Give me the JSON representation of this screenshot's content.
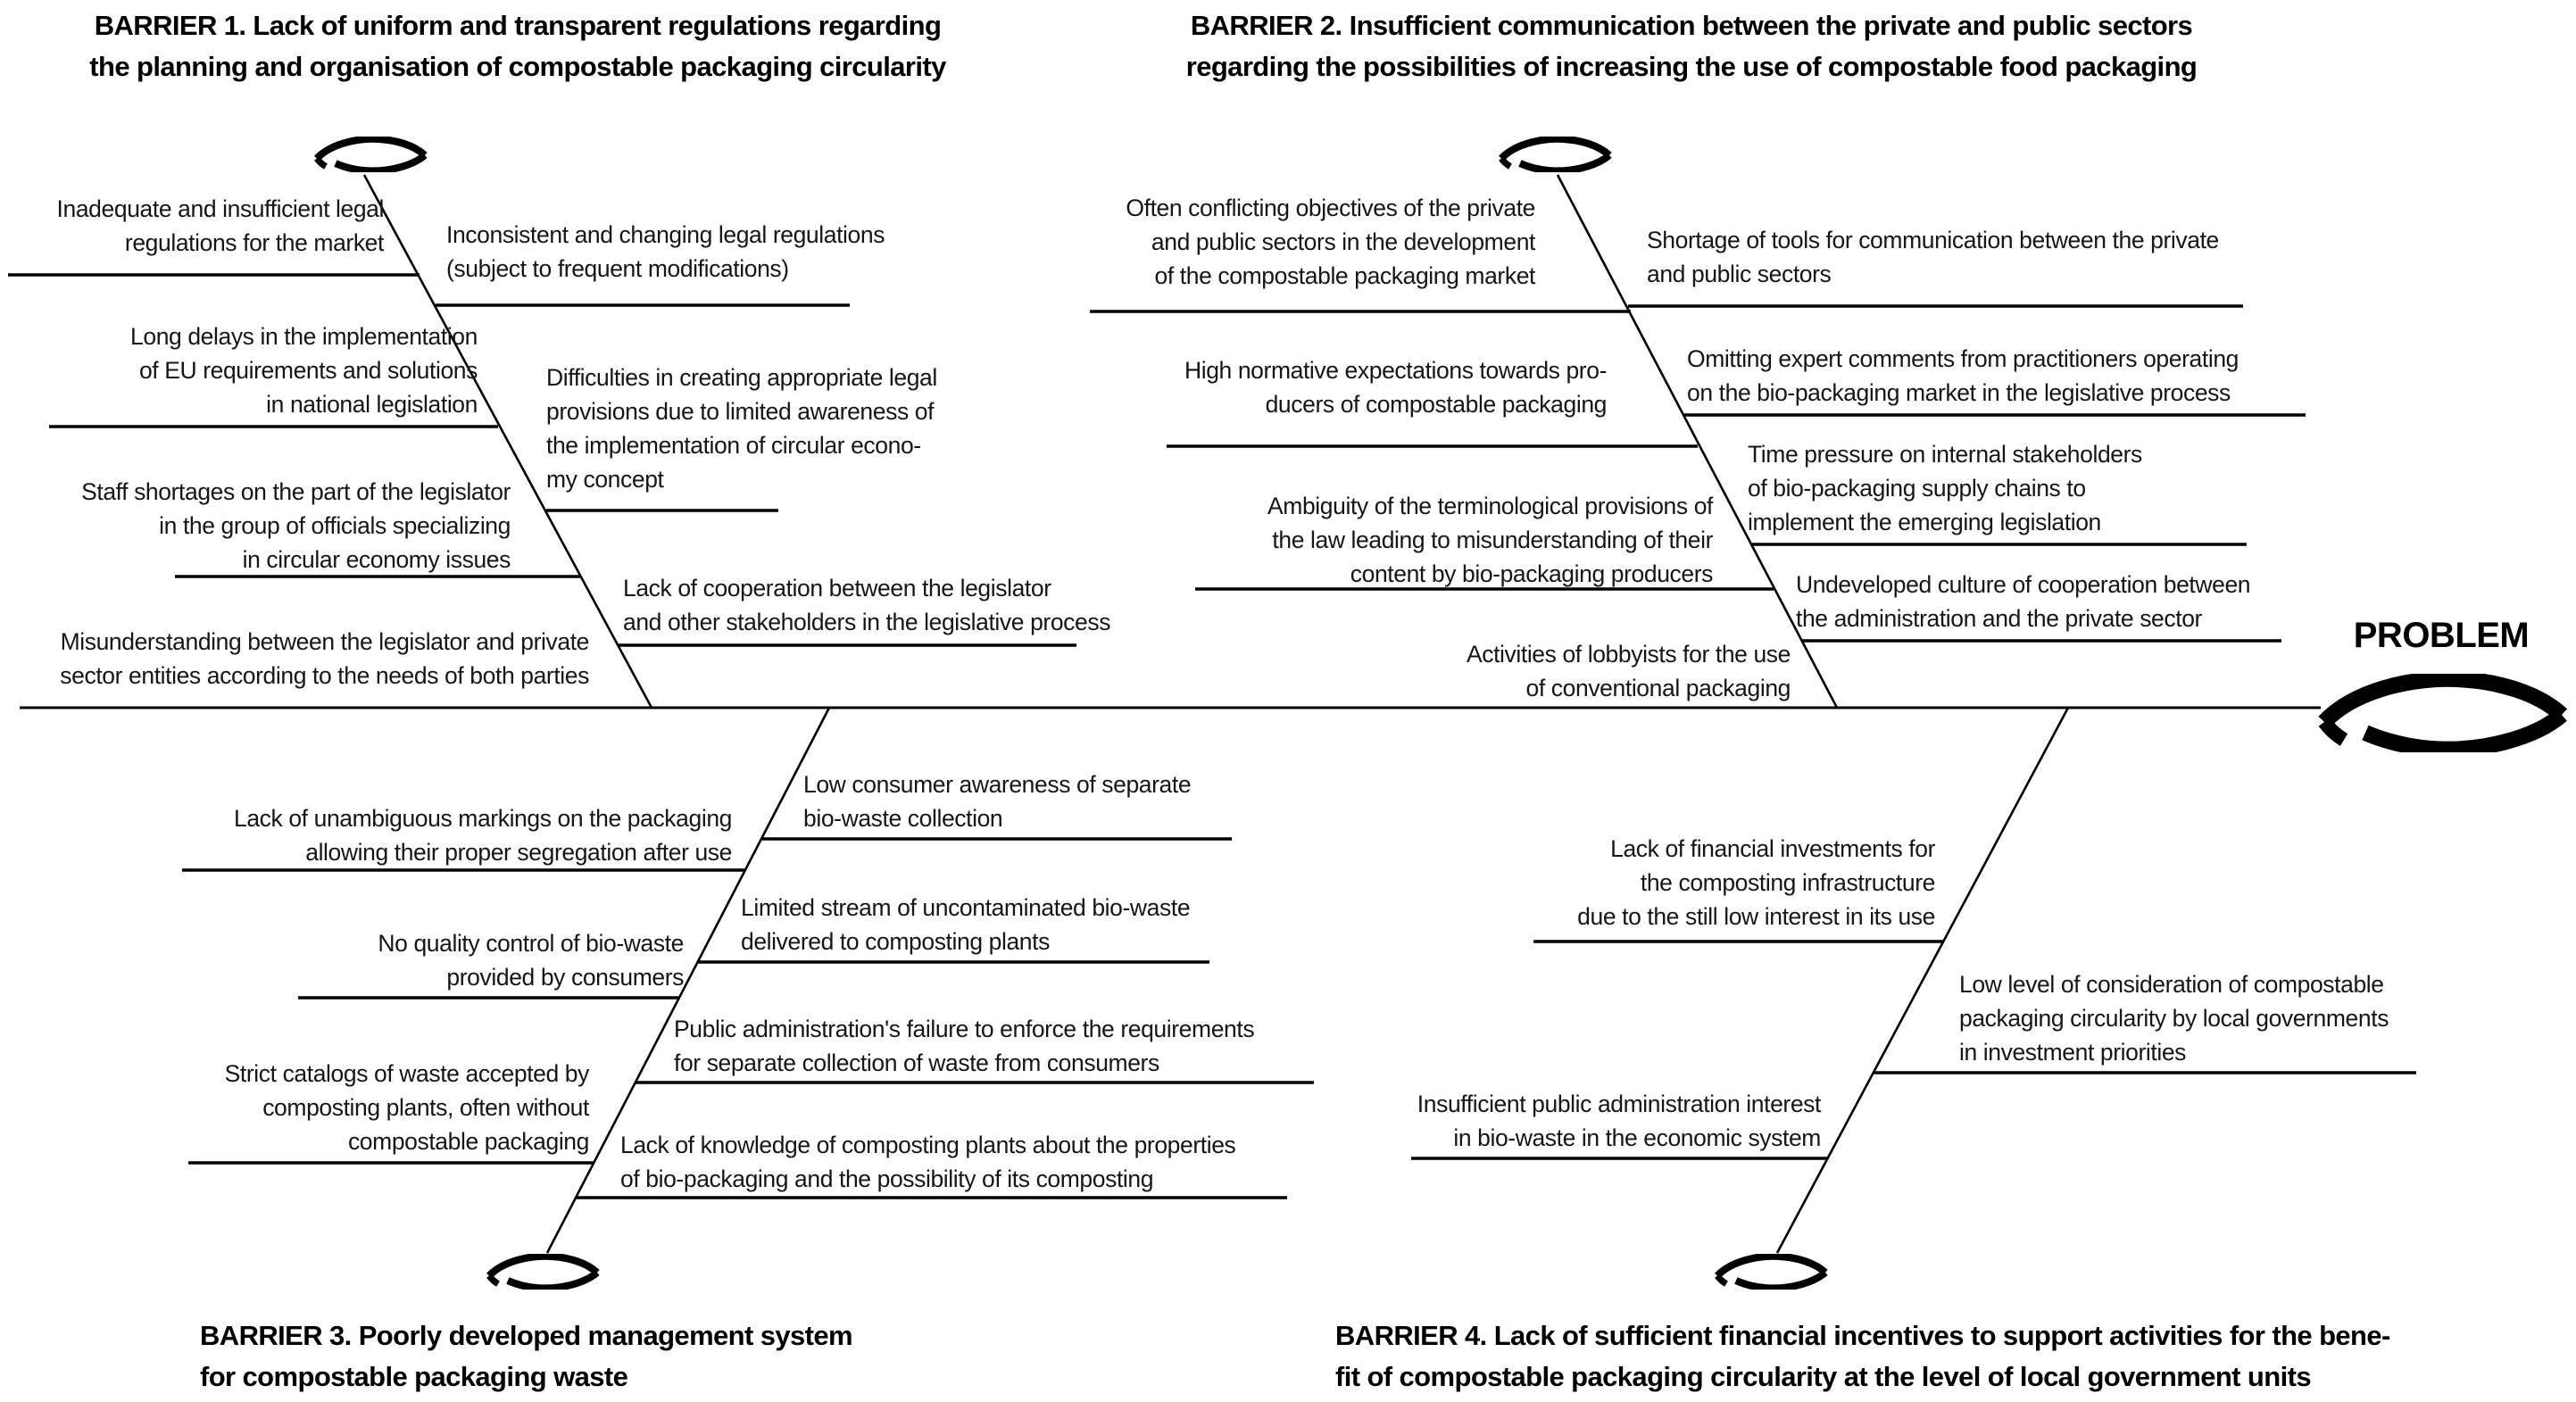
{
  "problem": {
    "label": "PROBLEM"
  },
  "icons": {
    "node_icon": "lens-leaf-icon",
    "head_icon": "fish-head-lens-icon"
  },
  "colors": {
    "line": "#000000",
    "background": "#ffffff",
    "text": "#161616"
  },
  "barriers": [
    {
      "id": "barrier-1",
      "title": "BARRIER 1. Lack of uniform and transparent regulations regarding\nthe planning and organisation of compostable packaging circularity",
      "causes": [
        "Inadequate and insufficient legal\nregulations for the market",
        "Long delays in the implementation\nof EU requirements and solutions\nin national legislation",
        "Staff shortages on the part of the legislator\nin the group of officials specializing\nin circular economy issues",
        "Misunderstanding between the legislator and private\nsector entities according to the needs of both parties",
        "Inconsistent and changing legal regulations\n(subject to frequent modifications)",
        "Difficulties in creating appropriate legal\nprovisions due to limited awareness of\nthe implementation of circular econo-\nmy concept",
        "Lack of cooperation between the legislator\nand other stakeholders in the legislative process"
      ]
    },
    {
      "id": "barrier-2",
      "title": "BARRIER 2. Insufficient communication between the private and public sectors\nregarding the possibilities of increasing the use of compostable food packaging",
      "causes": [
        "Often conflicting objectives of the private\nand public sectors in the development\nof the compostable packaging market",
        "High normative expectations towards pro-\nducers of compostable packaging",
        "Ambiguity of the terminological provisions of\nthe law leading to misunderstanding of their\ncontent by bio-packaging producers",
        "Activities of lobbyists for the use\nof conventional packaging",
        "Shortage of tools for communication between the private\nand public sectors",
        "Omitting expert comments from practitioners operating\non the bio-packaging market in the legislative process",
        "Time pressure on internal stakeholders\nof bio-packaging supply chains to\nimplement the emerging legislation",
        "Undeveloped culture of cooperation between\nthe administration and the private sector"
      ]
    },
    {
      "id": "barrier-3",
      "title": "BARRIER 3. Poorly developed management system\nfor compostable packaging waste",
      "causes": [
        "Lack of unambiguous markings on the packaging\nallowing their proper segregation after use",
        "No quality control of bio-waste\nprovided by consumers",
        "Strict catalogs of waste accepted by\ncomposting plants, often without\ncompostable packaging",
        "Low consumer awareness of separate\nbio-waste collection",
        "Limited stream of uncontaminated bio-waste\ndelivered to composting plants",
        "Public administration's failure to enforce the requirements\nfor separate collection of waste from consumers",
        "Lack of knowledge of composting plants about the properties\nof bio-packaging and the possibility of its composting"
      ]
    },
    {
      "id": "barrier-4",
      "title": "BARRIER 4. Lack of sufficient financial incentives to support activities for the bene-\nfit of compostable packaging circularity at the level of local government units",
      "causes": [
        "Lack of financial investments for\nthe composting infrastructure\ndue to the still low interest in its use",
        "Insufficient public administration interest\nin bio-waste in the economic system",
        "Low level of consideration of compostable\npackaging circularity by local governments\nin investment priorities"
      ]
    }
  ]
}
